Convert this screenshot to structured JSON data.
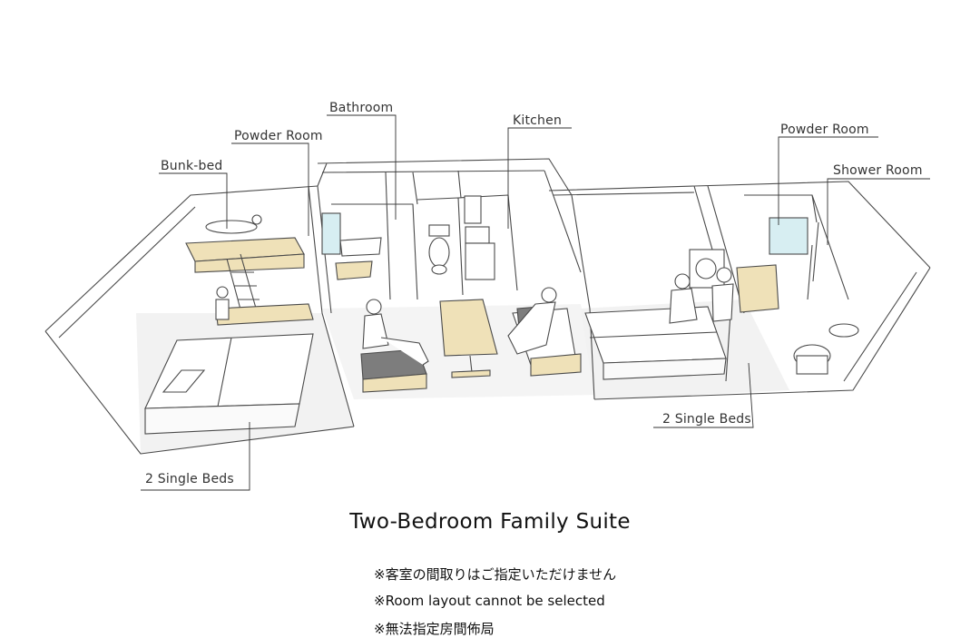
{
  "labels": {
    "bathroom": "Bathroom",
    "powder_room_left": "Powder Room",
    "bunk_bed": "Bunk-bed",
    "kitchen": "Kitchen",
    "powder_room_right": "Powder Room",
    "shower_room": "Shower Room",
    "single_beds_left": "2 Single Beds",
    "single_beds_right": "2 Single Beds"
  },
  "title": "Two-Bedroom Family Suite",
  "notes": [
    "※客室の間取りはご指定いただけません",
    "※Room layout cannot be selected",
    "※無法指定房間佈局"
  ],
  "colors": {
    "line": "#4a4a4a",
    "wood": "#efe1b8",
    "glass": "#d7eef2",
    "floor": "#f1f1f1",
    "seat": "#7d7d7d"
  }
}
